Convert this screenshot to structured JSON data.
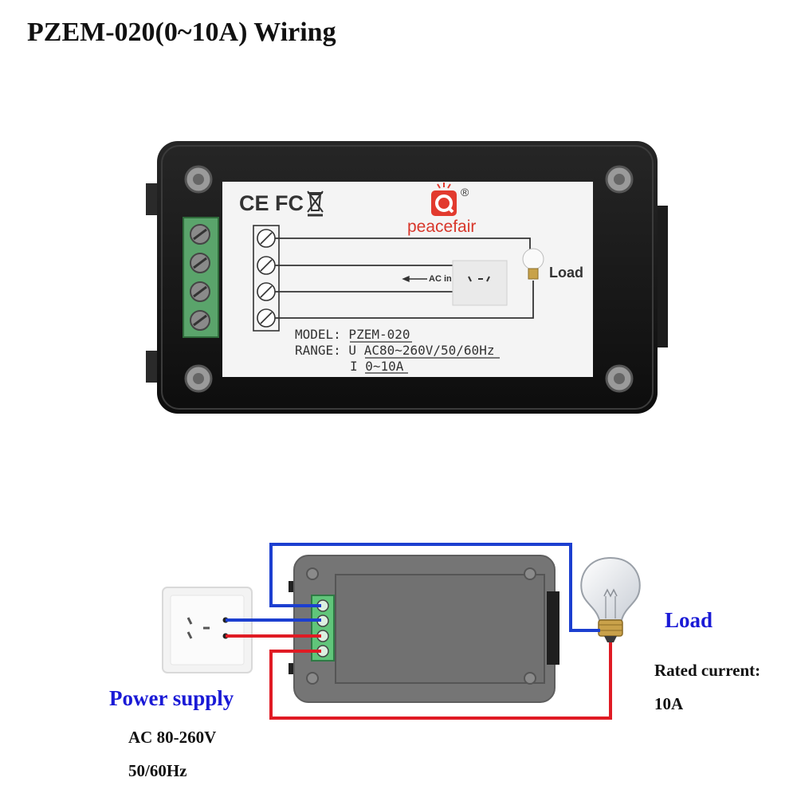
{
  "title": "PZEM-020(0~10A) Wiring",
  "meter": {
    "certifications": "CE FC",
    "brand": "peacefair",
    "registered_mark": "®",
    "ac_in_label": "AC in",
    "load_label": "Load",
    "model_line": "MODEL: PZEM-020",
    "range_line": "RANGE: U AC80~260V/50/60Hz",
    "current_line": "I 0~10A"
  },
  "diagram": {
    "load_title": "Load",
    "rated_current_label": "Rated current:",
    "rated_current_value": "10A",
    "power_supply_title": "Power supply",
    "voltage": "AC 80-260V",
    "frequency": "50/60Hz",
    "wire_colors": {
      "live": "#e01b24",
      "neutral": "#1c3fd0"
    },
    "label_color": "#1a1ad6"
  }
}
